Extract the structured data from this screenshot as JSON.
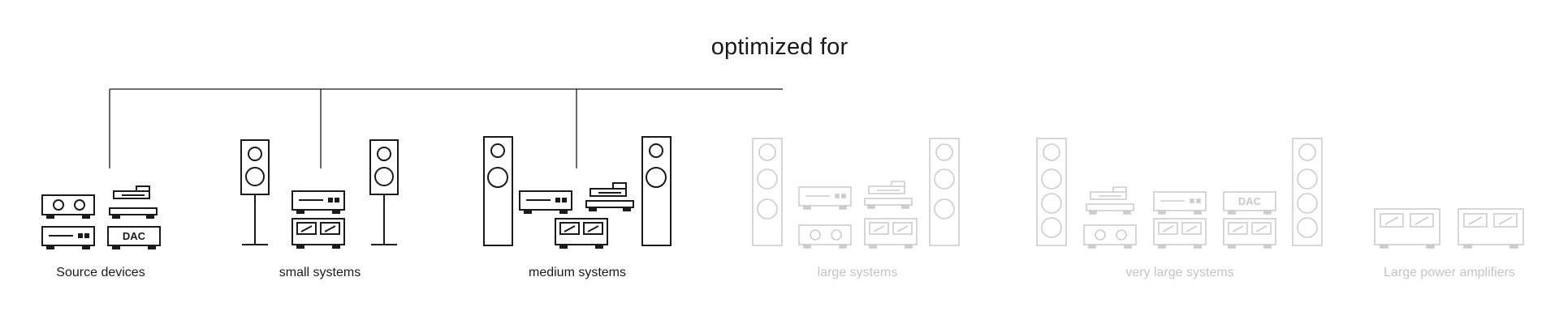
{
  "title": "optimized for",
  "categories": [
    {
      "label": "Source devices",
      "active": true
    },
    {
      "label": "small systems",
      "active": true
    },
    {
      "label": "medium systems",
      "active": true
    },
    {
      "label": "large systems",
      "active": false
    },
    {
      "label": "very large systems",
      "active": false
    },
    {
      "label": "Large power amplifiers",
      "active": false
    }
  ],
  "device_text": {
    "dac": "DAC"
  },
  "colors": {
    "active": "#1a1a1a",
    "inactive": "#c8c8c8"
  }
}
